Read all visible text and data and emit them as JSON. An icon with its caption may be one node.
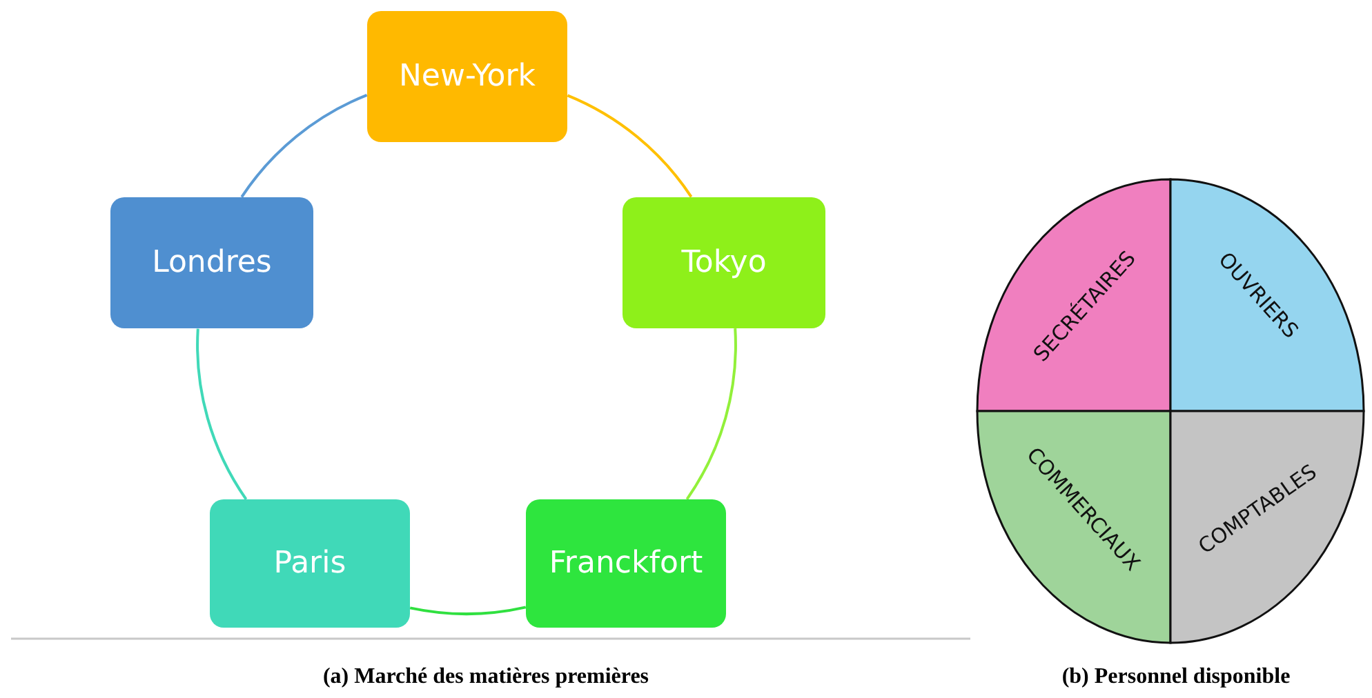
{
  "diagram": {
    "nodes": [
      {
        "text": [
          "New-York"
        ]
      },
      {
        "text": [
          "Tokyo"
        ]
      },
      {
        "text": [
          "Franckfort"
        ]
      },
      {
        "text": [
          "Paris"
        ]
      },
      {
        "text": [
          "Londres"
        ]
      },
      {
        "text": [
          "SECRÉTAIRES"
        ]
      },
      {
        "text": [
          "OUVRIERS"
        ]
      },
      {
        "text": [
          "COMMERCIAUX"
        ]
      },
      {
        "text": [
          "COMPTABLES"
        ]
      }
    ],
    "edges": [
      {
        "from": 0,
        "to": 1,
        "arrow": "none",
        "color": "#ffc000"
      },
      {
        "from": 1,
        "to": 2,
        "arrow": "none",
        "color": "#92f03a"
      },
      {
        "from": 2,
        "to": 3,
        "arrow": "none",
        "color": "#30e040"
      },
      {
        "from": 3,
        "to": 4,
        "arrow": "none",
        "color": "#40d9b8"
      },
      {
        "from": 4,
        "to": 0,
        "arrow": "none",
        "color": "#5b9bd5"
      }
    ],
    "labels": [
      "(a) Marché des matières premières",
      "(b) Personnel disponible"
    ]
  }
}
